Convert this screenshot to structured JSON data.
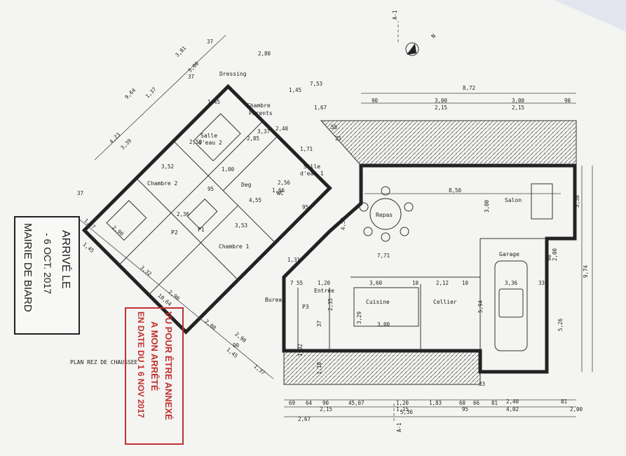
{
  "plan": {
    "title": "PLAN REZ DE CHAUSSEE",
    "north": "N",
    "section_top": "A-1",
    "section_bottom": "A-1",
    "rooms": {
      "dressing": "Dressing",
      "chambre_parents_1": "Chambre",
      "chambre_parents_2": "Parents",
      "salle_eau_2_a": "Salle",
      "salle_eau_2_b": "d'eau 2",
      "salle_eau_1_a": "Salle",
      "salle_eau_1_b": "d'eau 1",
      "chambre2": "Chambre 2",
      "deg": "Deg",
      "wc": "WC",
      "chambre1": "Chambre 1",
      "repas": "Repas",
      "salon": "Salon",
      "garage": "Garage",
      "entree": "Entrée",
      "cuisine": "Cuisine",
      "cellier": "Cellier",
      "bureau": "Bureau",
      "p1": "P1",
      "p2": "P2",
      "p3": "P3"
    },
    "dims": {
      "d872": "8,72",
      "d90a": "90",
      "d300a": "3,00",
      "d215a": "2,15",
      "d300b": "3,00",
      "d215b": "2,15",
      "d90b": "90",
      "d850": "8,50",
      "d300c": "3,00",
      "d358": "3,58",
      "d974": "9,74",
      "d450": "4,50",
      "d771": "7,71",
      "d360": "3,60",
      "d10a": "10",
      "d212": "2,12",
      "d10b": "10",
      "d336": "3,36",
      "d33a": "33",
      "d90c": "90",
      "d200": "2,00",
      "d329": "3,29",
      "d300d": "3,00",
      "d594": "5,94",
      "d526": "5,26",
      "d235": "2,35",
      "d120a": "1,20",
      "d755": "7 55",
      "d131": "1,31",
      "d353": "3,53",
      "d455": "4,55",
      "d236": "2,36",
      "d100": "1,00",
      "d352": "3,52",
      "d339": "3,39",
      "d423": "4,23",
      "d964": "9,64",
      "d381": "3,81",
      "d300e": "3,00",
      "d37a": "37",
      "d280": "2,80",
      "d753": "7,53",
      "d145a": "1,45",
      "d167": "1,67",
      "d145b": "1,45",
      "d337": "3,37",
      "d285": "2,85",
      "d240": "2,40",
      "d250": "2,50",
      "d171": "1,71",
      "d256": "2,56",
      "d166": "1,66",
      "d95a": "95",
      "d95b": "95",
      "d58": "58",
      "d25": "25",
      "d137a": "1,37",
      "d290a": "2,90",
      "d145c": "1,45",
      "d332": "3,32",
      "d290b": "2,90",
      "d1064": "10,64",
      "d208": "2,08",
      "d290c": "2,90",
      "d145d": "1,45",
      "d137b": "1,37",
      "d90d": "90",
      "d137c": "1,37",
      "d37b": "37",
      "d37c": "37",
      "d33b": "33",
      "b69": "69",
      "b64": "64",
      "b90": "90",
      "b4507": "45,07",
      "b120": "1,20",
      "b183": "1,83",
      "b60": "60",
      "b66": "66",
      "b81": "81",
      "b240": "2,40",
      "b81b": "81",
      "b215": "2,15",
      "b115": "1,15",
      "b95": "95",
      "b402": "4,02",
      "b200": "2,00",
      "b267": "2,67",
      "b536": "5,36",
      "b110": "1,10",
      "b102": "1,02",
      "b37": "37"
    }
  },
  "stamp_arrive": {
    "line1": "ARRIVÉ LE",
    "line2": "- 6 OCT. 2017",
    "line3": "MAIRIE DE BIARD"
  },
  "stamp_annex": {
    "line1": "VU POUR ÊTRE ANNEXÉ",
    "line2": "A MON ARRÊTÉ",
    "line3": "EN DATE DU 1 6 NOV 2017"
  },
  "colors": {
    "ink": "#222222",
    "red_stamp": "#c0312f",
    "paper": "#f4f4f2"
  }
}
